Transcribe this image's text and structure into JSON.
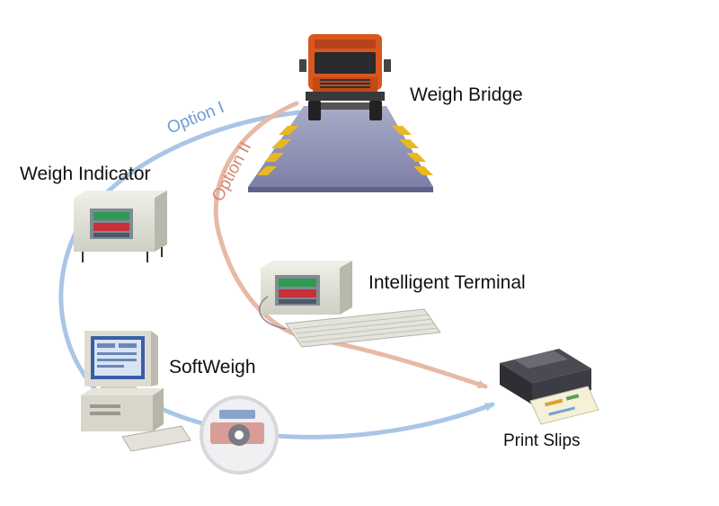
{
  "labels": {
    "weigh_bridge": "Weigh Bridge",
    "weigh_indicator": "Weigh Indicator",
    "intelligent_terminal": "Intelligent Terminal",
    "softweigh": "SoftWeigh",
    "print_slips": "Print Slips",
    "option_1": "Option I",
    "option_2": "Option II"
  },
  "colors": {
    "option_1_arrow": "#a9c6e6",
    "option_2_arrow": "#e7b9a6",
    "truck_cab": "#d9561e",
    "platform": "#8c8fb5",
    "hazard_stripe": "#e8b820",
    "device_body": "#dcdcd2",
    "display_green": "#2f9a52",
    "display_red": "#c8303a"
  },
  "icons": [
    "truck-icon",
    "weigh-indicator-device",
    "terminal-device",
    "keyboard-icon",
    "computer-icon",
    "cd-disc-icon",
    "printer-icon"
  ]
}
